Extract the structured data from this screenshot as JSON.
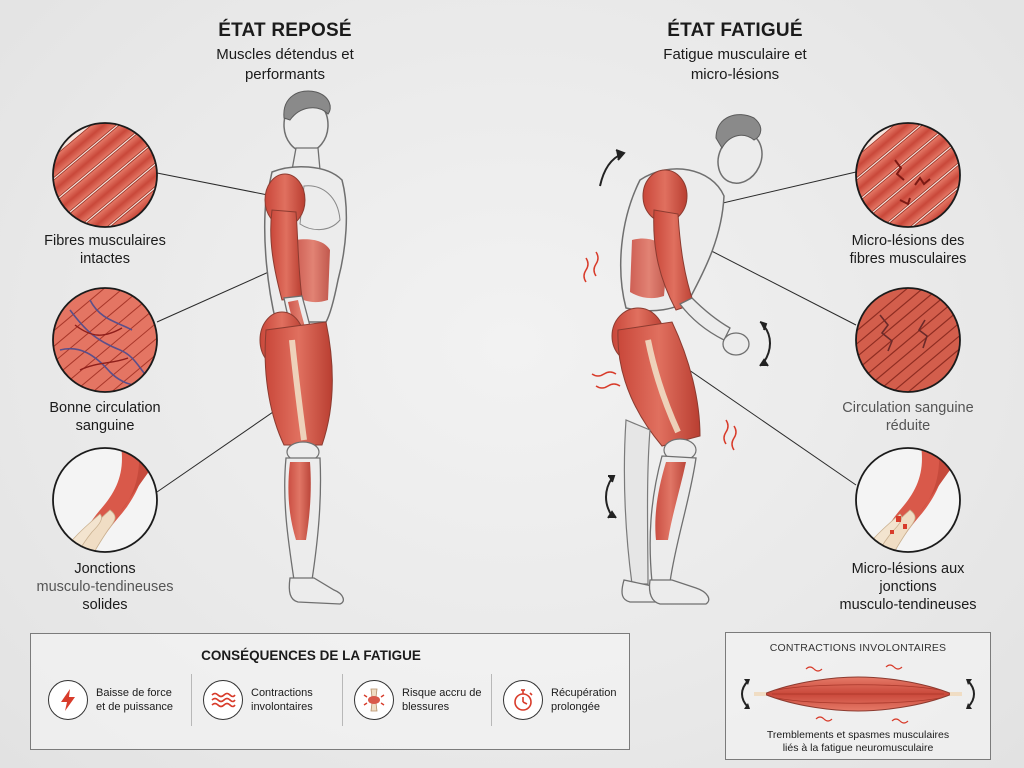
{
  "rest": {
    "title": "ÉTAT REPOSÉ",
    "subtitle_lines": [
      "Muscles détendus et",
      "performants"
    ],
    "labels": {
      "fibres": [
        "Fibres musculaires",
        "intactes"
      ],
      "circulation": [
        "Bonne circulation",
        "sanguine"
      ],
      "junctions": [
        "Jonctions",
        "musculo-tendineuses",
        "solides"
      ]
    }
  },
  "fatigued": {
    "title": "ÉTAT FATIGUÉ",
    "subtitle_lines": [
      "Fatigue musculaire et",
      "micro-lésions"
    ],
    "labels": {
      "fibres": [
        "Micro-lésions des",
        "fibres musculaires"
      ],
      "circulation": [
        "Circulation sanguine",
        "réduite"
      ],
      "junctions": [
        "Micro-lésions aux",
        "jonctions",
        "musculo-tendineuses"
      ]
    }
  },
  "consequences": {
    "title": "CONSÉQUENCES DE LA FATIGUE",
    "items": [
      {
        "icon": "lightning-icon",
        "lines": [
          "Baisse de force",
          "et de puissance"
        ]
      },
      {
        "icon": "wave-lines-icon",
        "lines": [
          "Contractions",
          "involontaires"
        ]
      },
      {
        "icon": "injured-joint-icon",
        "lines": [
          "Risque accru de",
          "blessures"
        ]
      },
      {
        "icon": "stopwatch-icon",
        "lines": [
          "Récupération",
          "prolongée"
        ]
      }
    ]
  },
  "contractions": {
    "title": "CONTRACTIONS INVOLONTAIRES",
    "caption_lines": [
      "Tremblements et spasmes musculaires",
      "liés à la fatigue neuromusculaire"
    ]
  },
  "colors": {
    "muscle": "#d9594a",
    "muscle_dark": "#b8402f",
    "skin": "#ececec",
    "outline": "#6f6f6f",
    "tendon": "#f0ddc4",
    "accent": "#d83b2a"
  }
}
